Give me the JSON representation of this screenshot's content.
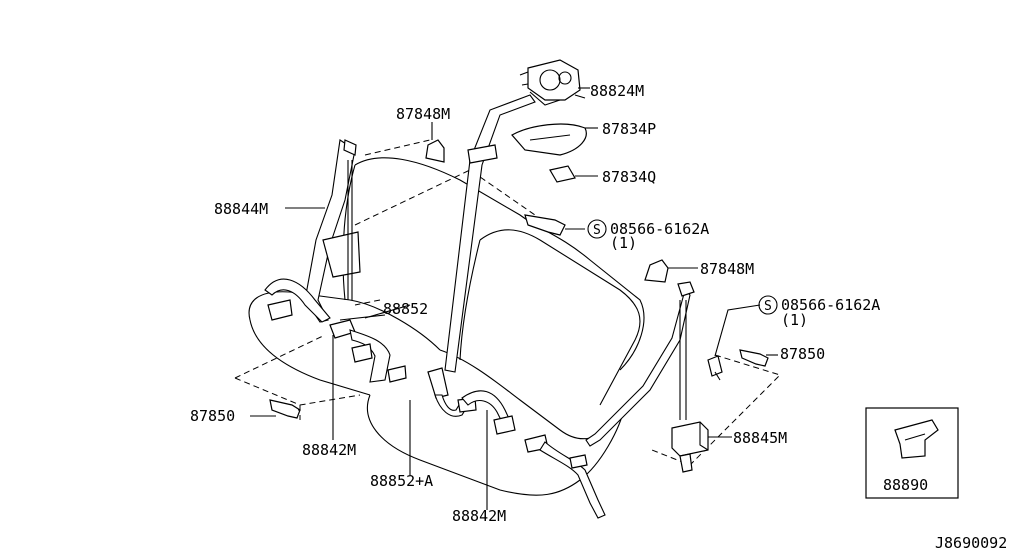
{
  "labels": {
    "p88824m": "88824M",
    "p87848m_top": "87848M",
    "p87834p": "87834P",
    "p87834q": "87834Q",
    "p88844m": "88844M",
    "p08566_top": "08566-6162A",
    "p08566_top_qty": "(1)",
    "p87848m_right": "87848M",
    "p08566_right": "08566-6162A",
    "p08566_right_qty": "(1)",
    "p88852": "88852",
    "p87850_right": "87850",
    "p87850_left": "87850",
    "p88842m_left": "88842M",
    "p88845m": "88845M",
    "p88852a": "88852+A",
    "p88842m_bottom": "88842M",
    "p88890": "88890",
    "screw_symbol": "S",
    "diagram_code": "J8690092"
  }
}
